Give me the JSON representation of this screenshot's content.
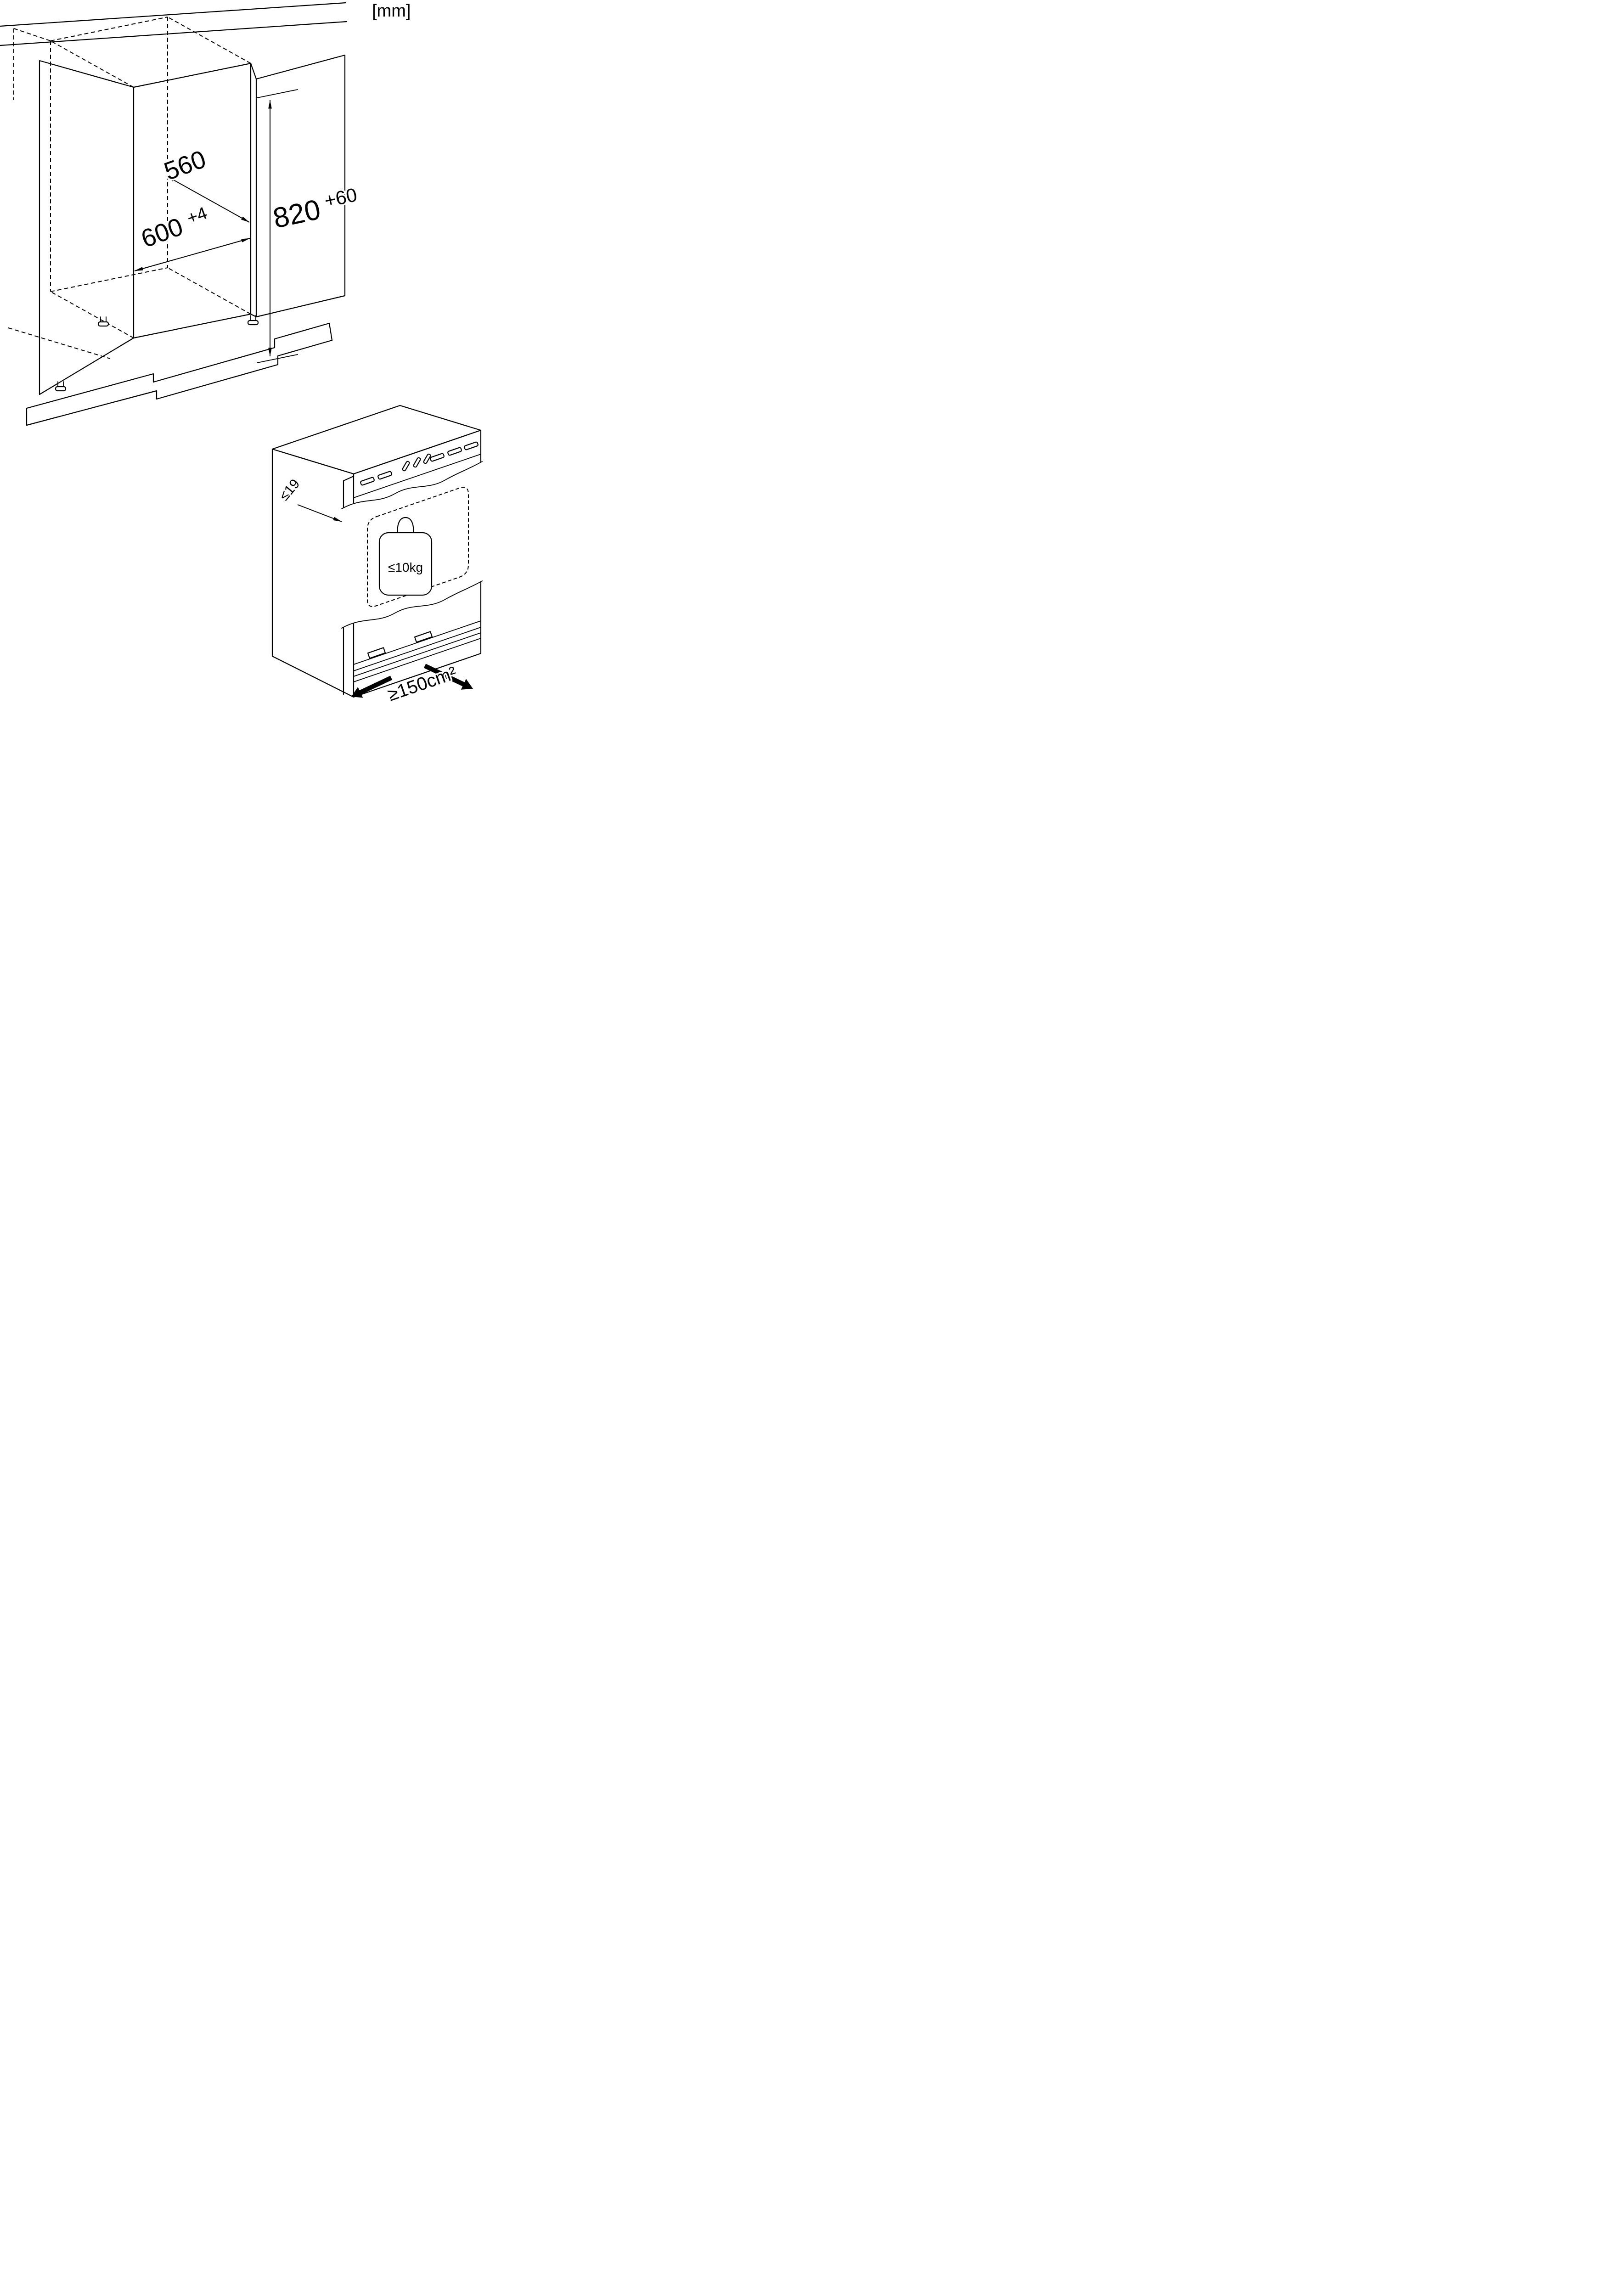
{
  "unit_label": "[mm]",
  "colors": {
    "line": "#000000",
    "background": "#ffffff"
  },
  "niche": {
    "depth": "560",
    "width": "600",
    "width_tolerance": "+4",
    "height": "820",
    "height_tolerance": "+60"
  },
  "appliance": {
    "door_thickness": "≤19",
    "max_weight": "≤10kg",
    "vent_area": "≥150cm²"
  }
}
